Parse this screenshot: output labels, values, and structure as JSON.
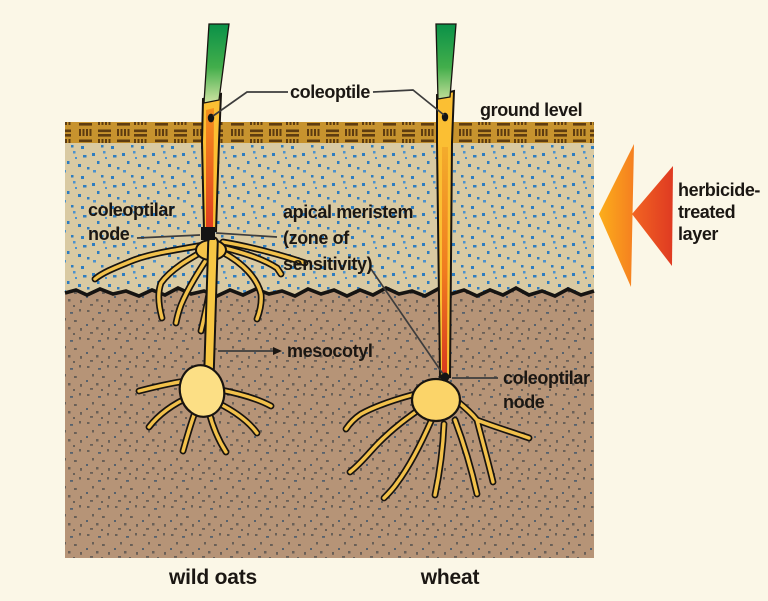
{
  "page": {
    "background": "#FBF7E7"
  },
  "diagram": {
    "soil": {
      "upper_color": "#D9CAA3",
      "lower_color": "#B69477",
      "band_color": "#C7932E",
      "speckle_blue": "#2E7DC0",
      "speckle_dark": "#6A6057"
    },
    "labels": {
      "coleoptile": "coleoptile",
      "ground_level": "ground level",
      "left_node": [
        "coleoptilar",
        "node"
      ],
      "apical": [
        "apical meristem",
        "(zone of",
        "sensitivity)"
      ],
      "mesocotyl": "mesocotyl",
      "right_node": [
        "coleoptilar",
        "node"
      ],
      "herbicide": [
        "herbicide-",
        "treated",
        "layer"
      ],
      "plant_left": "wild oats",
      "plant_right": "wheat"
    },
    "arrow": {
      "color_light": "#FCAE1B",
      "color_dark": "#DF3A22"
    }
  }
}
